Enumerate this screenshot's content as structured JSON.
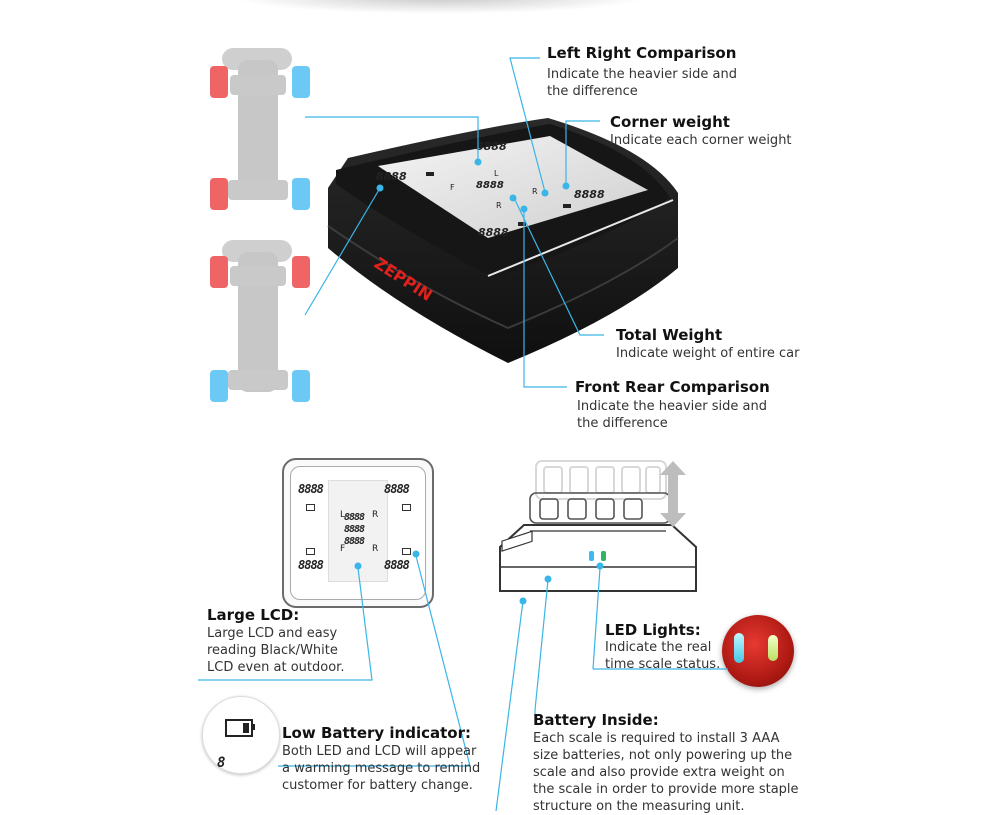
{
  "colors": {
    "callout_line": "#39b5e8",
    "accent_red": "#e0443c",
    "accent_blue": "#3bb9f2",
    "device_body": "#1e1e1e",
    "brand_red": "#e2211c"
  },
  "device": {
    "brand": "ZEPPIN",
    "lcd_digits": "8888",
    "lcd_labels": {
      "left": "L",
      "right": "R",
      "front": "F",
      "rear": "R"
    }
  },
  "callouts": {
    "left_right": {
      "title": "Left Right Comparison",
      "desc1": "Indicate the heavier side and",
      "desc2": "the difference"
    },
    "corner": {
      "title": "Corner weight",
      "desc1": "Indicate each corner weight"
    },
    "total": {
      "title": "Total Weight",
      "desc1": "Indicate weight of entire car"
    },
    "front_rear": {
      "title": "Front Rear Comparison",
      "desc1": "Indicate the heavier side and",
      "desc2": "the difference"
    },
    "large_lcd": {
      "title": "Large LCD:",
      "desc1": "Large LCD and easy",
      "desc2": "reading Black/White",
      "desc3": "LCD even at outdoor."
    },
    "led": {
      "title": "LED Lights:",
      "desc1": "Indicate the real",
      "desc2": "time scale status."
    },
    "low_battery": {
      "title": "Low Battery indicator:",
      "desc1": "Both LED and LCD will appear",
      "desc2": "a warming message to remind",
      "desc3": "customer for battery change."
    },
    "battery": {
      "title": "Battery Inside:",
      "desc1": "Each scale is required to install 3 AAA",
      "desc2": "size batteries, not only powering up the",
      "desc3": "scale and also provide extra weight on",
      "desc4": "the scale in order to provide more staple",
      "desc5": "structure on the measuring unit."
    }
  }
}
